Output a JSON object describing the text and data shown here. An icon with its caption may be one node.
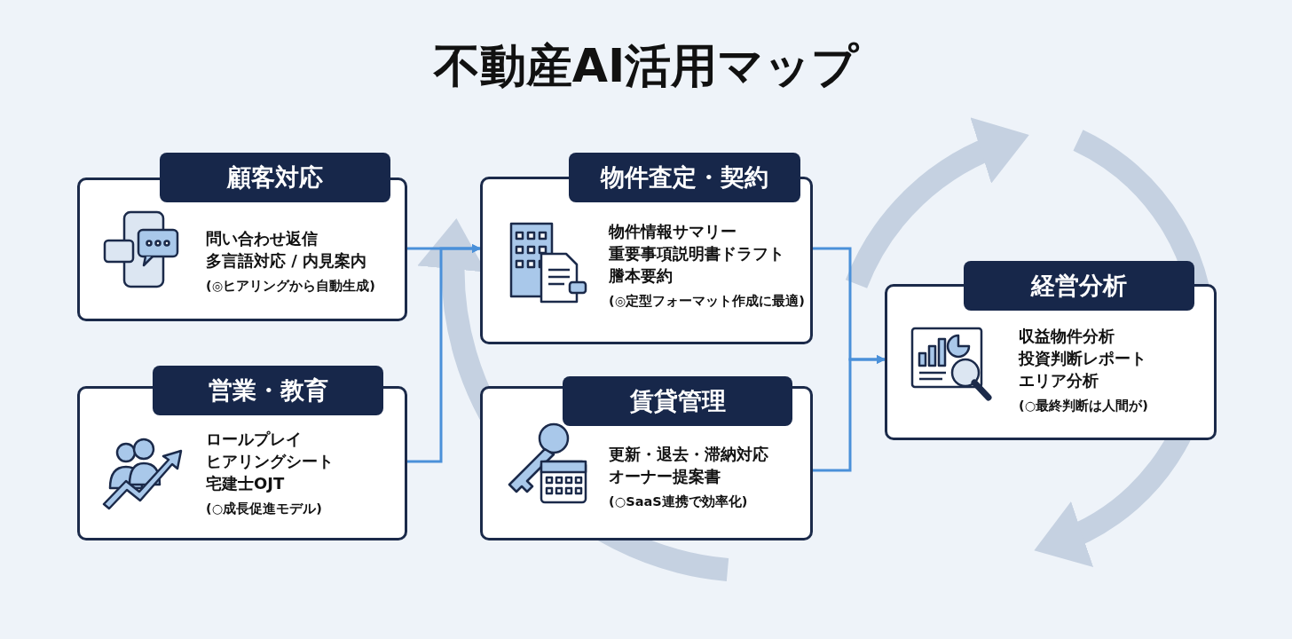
{
  "diagram": {
    "title": "不動産AI活用マップ",
    "nodes": [
      {
        "text": [
          "顧客対応",
          "問い合わせ返信",
          "多言語対応 / 内見案内",
          "(◎ヒアリングから自動生成)"
        ]
      },
      {
        "text": [
          "営業・教育",
          "ロールプレイ",
          "ヒアリングシート",
          "宅建士OJT",
          "(○成長促進モデル)"
        ]
      },
      {
        "text": [
          "物件査定・契約",
          "物件情報サマリー",
          "重要事項説明書ドラフト",
          "謄本要約",
          "(◎定型フォーマット作成に最適)"
        ]
      },
      {
        "text": [
          "賃貸管理",
          "更新・退去・滞納対応",
          "オーナー提案書",
          "(○SaaS連携で効率化)"
        ]
      },
      {
        "text": [
          "経営分析",
          "収益物件分析",
          "投資判断レポート",
          "エリア分析",
          "(○最終判断は人間が)"
        ]
      }
    ],
    "edges": [
      {
        "from": 0,
        "to": 2,
        "arrow": "to"
      },
      {
        "from": 1,
        "to": 2,
        "arrow": "to"
      },
      {
        "from": 2,
        "to": 4,
        "arrow": "to"
      },
      {
        "from": 3,
        "to": 4,
        "arrow": "to"
      }
    ]
  }
}
